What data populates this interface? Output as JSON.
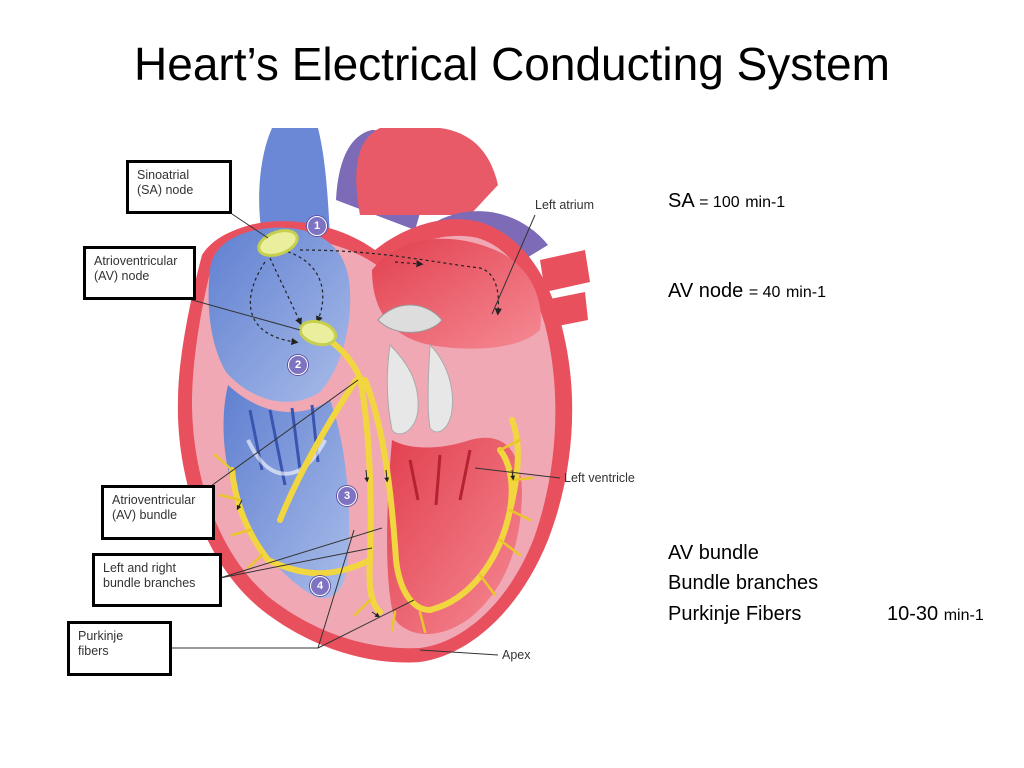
{
  "title": "Heart’s Electrical Conducting System",
  "diagram": {
    "labels": {
      "sa_node": "Sinoatrial\n(SA) node",
      "av_node": "Atrioventricular\n(AV) node",
      "av_bundle": "Atrioventricular\n(AV) bundle",
      "bundle_branches": "Left and right\nbundle branches",
      "purkinje": "Purkinje\nfibers",
      "left_atrium": "Left atrium",
      "left_ventricle": "Left ventricle",
      "apex": "Apex"
    },
    "steps": [
      "1",
      "2",
      "3",
      "4"
    ],
    "colors": {
      "right_heart": "#7a95d6",
      "left_heart": "#e8505e",
      "myocardium": "#f0a9b4",
      "conduction": "#f2d640",
      "vessel_purple": "#7d6bb8"
    }
  },
  "notes": {
    "sa": {
      "label": "SA",
      "value": "= 100",
      "unit": "min-1"
    },
    "av_node": {
      "label": "AV node",
      "value": "= 40",
      "unit": "min-1"
    },
    "lower": {
      "line1": "AV bundle",
      "line2": "Bundle branches",
      "line3": "Purkinje Fibers",
      "rate": "10-30",
      "unit": "min-1"
    }
  }
}
